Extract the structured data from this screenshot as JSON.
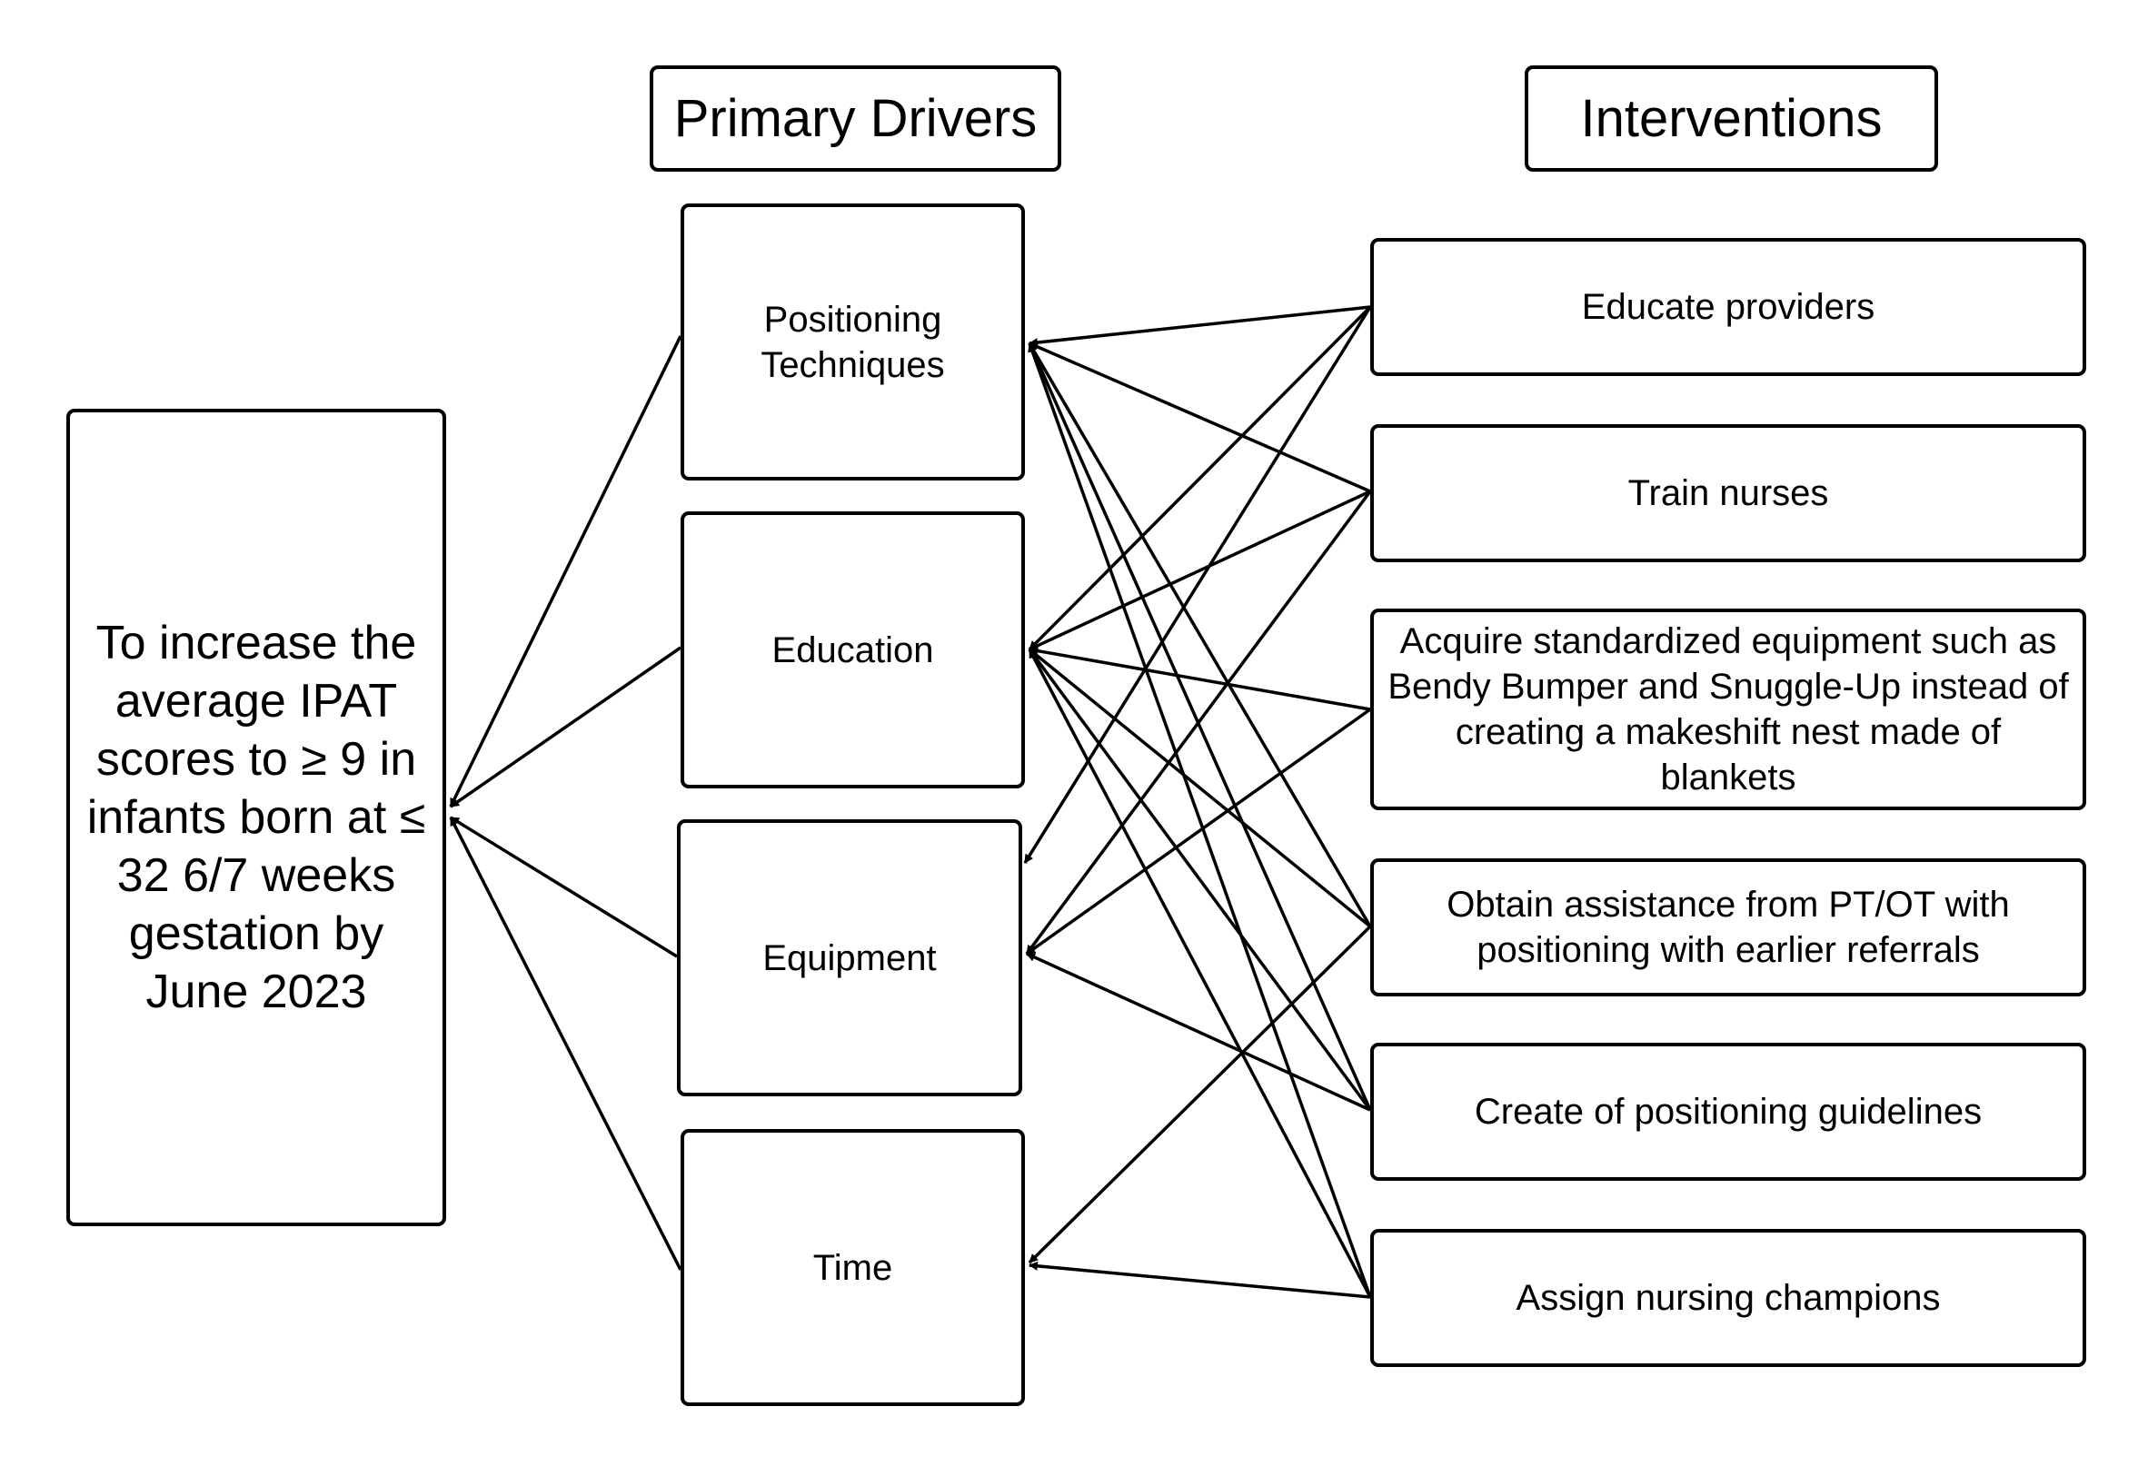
{
  "headers": {
    "primary_drivers": "Primary Drivers",
    "interventions": "Interventions"
  },
  "aim": {
    "text": "To increase the average IPAT scores to ≥ 9 in infants born at ≤ 32 6/7 weeks gestation by June 2023"
  },
  "drivers": [
    {
      "id": "positioning",
      "label": "Positioning Techniques"
    },
    {
      "id": "education",
      "label": "Education"
    },
    {
      "id": "equipment",
      "label": "Equipment"
    },
    {
      "id": "time",
      "label": "Time"
    }
  ],
  "interventions": [
    {
      "id": "educate",
      "label": "Educate providers"
    },
    {
      "id": "train",
      "label": "Train nurses"
    },
    {
      "id": "acquire",
      "label": "Acquire standardized equipment such as Bendy Bumper and Snuggle-Up instead of creating a makeshift nest made of blankets"
    },
    {
      "id": "obtain",
      "label": "Obtain assistance from PT/OT with positioning with earlier referrals"
    },
    {
      "id": "create",
      "label": "Create of positioning guidelines"
    },
    {
      "id": "assign",
      "label": "Assign nursing champions"
    }
  ],
  "links": {
    "driver_to_aim": [
      "positioning",
      "education",
      "equipment",
      "time"
    ],
    "intervention_to_driver": [
      [
        "educate",
        "positioning"
      ],
      [
        "educate",
        "education"
      ],
      [
        "educate",
        "equipment"
      ],
      [
        "train",
        "positioning"
      ],
      [
        "train",
        "education"
      ],
      [
        "train",
        "equipment"
      ],
      [
        "acquire",
        "education"
      ],
      [
        "acquire",
        "equipment"
      ],
      [
        "obtain",
        "positioning"
      ],
      [
        "obtain",
        "education"
      ],
      [
        "obtain",
        "time"
      ],
      [
        "create",
        "positioning"
      ],
      [
        "create",
        "education"
      ],
      [
        "create",
        "equipment"
      ],
      [
        "assign",
        "positioning"
      ],
      [
        "assign",
        "education"
      ],
      [
        "assign",
        "time"
      ]
    ]
  }
}
